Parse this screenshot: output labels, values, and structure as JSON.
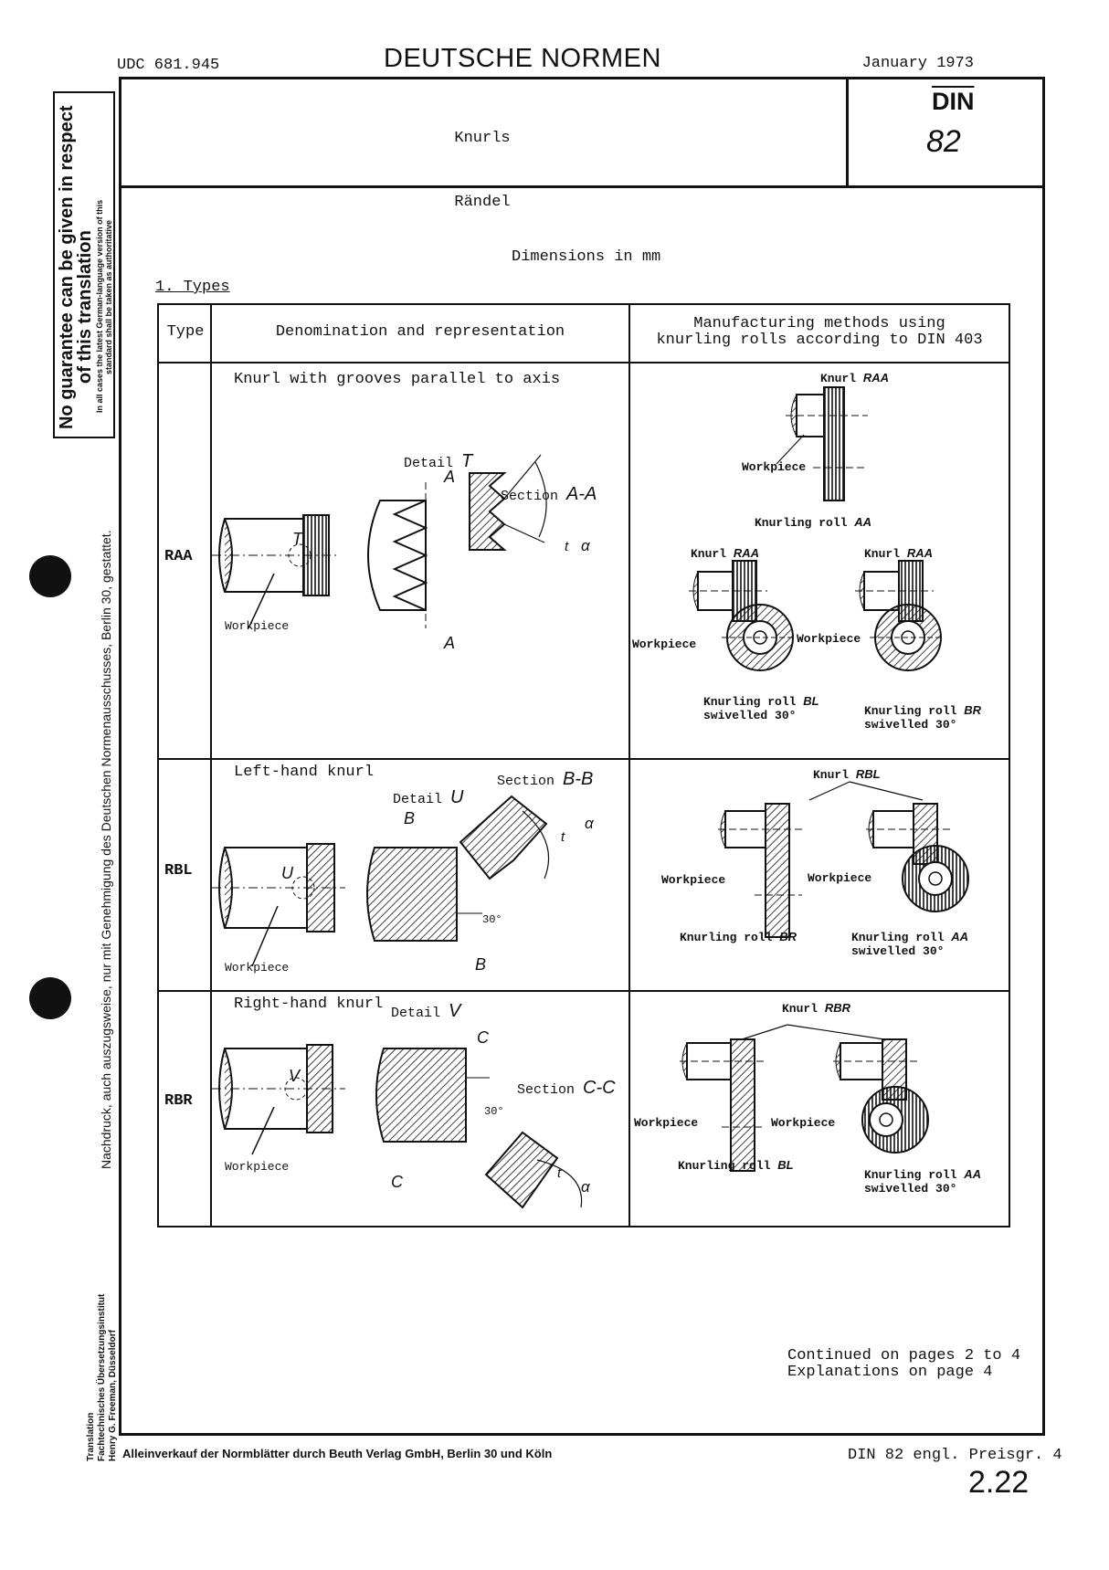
{
  "header": {
    "udc": "UDC 681.945",
    "title": "DEUTSCHE NORMEN",
    "date": "January 1973"
  },
  "title_block": {
    "subject_en": "Knurls",
    "subject_de": "Rändel",
    "standard_label": "DIN",
    "standard_number": "82"
  },
  "units_note": "Dimensions in mm",
  "section_heading": "1. Types",
  "table": {
    "headers": {
      "type": "Type",
      "denomination": "Denomination and representation",
      "manufacturing_line1": "Manufacturing methods using",
      "manufacturing_line2": "knurling rolls according to DIN 403"
    },
    "rows": [
      {
        "code": "RAA",
        "title": "Knurl with grooves parallel to axis",
        "detail_label": "Detail",
        "detail_letter": "T",
        "section_label": "Section",
        "section_letters": "A-A",
        "cut_letter": "A",
        "workpiece": "Workpiece",
        "alpha": "α",
        "pitch": "t",
        "methods": {
          "knurl_top": "Knurl",
          "knurl_code": "RAA",
          "workpiece": "Workpiece",
          "roll_top": "Knurling roll",
          "roll_top_code": "AA",
          "roll_left": "Knurling roll",
          "roll_left_code": "BL",
          "roll_right": "Knurling roll",
          "roll_right_code": "BR",
          "swivelled": "swivelled 30°"
        }
      },
      {
        "code": "RBL",
        "title": "Left-hand knurl",
        "detail_label": "Detail",
        "detail_letter": "U",
        "section_label": "Section",
        "section_letters": "B-B",
        "cut_letter": "B",
        "workpiece": "Workpiece",
        "angle": "30°",
        "alpha": "α",
        "pitch": "t",
        "methods": {
          "knurl_top": "Knurl",
          "knurl_code": "RBL",
          "workpiece": "Workpiece",
          "roll_left": "Knurling roll",
          "roll_left_code": "BR",
          "roll_right": "Knurling roll",
          "roll_right_code": "AA",
          "swivelled": "swivelled 30°"
        }
      },
      {
        "code": "RBR",
        "title": "Right-hand knurl",
        "detail_label": "Detail",
        "detail_letter": "V",
        "section_label": "Section",
        "section_letters": "C-C",
        "cut_letter": "C",
        "workpiece": "Workpiece",
        "angle": "30°",
        "alpha": "α",
        "pitch": "t",
        "methods": {
          "knurl_top": "Knurl",
          "knurl_code": "RBR",
          "workpiece": "Workpiece",
          "roll_left": "Knurling roll",
          "roll_left_code": "BL",
          "roll_right": "Knurling roll",
          "roll_right_code": "AA",
          "swivelled": "swivelled 30°"
        }
      }
    ]
  },
  "side_notes": {
    "guarantee_line1": "No guarantee can be given in respect",
    "guarantee_line2": "of this translation",
    "guarantee_line3": "In all cases the latest German-language version of this",
    "guarantee_line4": "standard shall be taken as authoritative",
    "reprint": "Nachdruck, auch auszugsweise, nur mit Genehmigung des Deutschen Normenausschusses, Berlin 30, gestattet.",
    "translation_line1": "Translation",
    "translation_line2": "Fachtechnisches Übersetzungsinstitut",
    "translation_line3": "Henry G. Freeman, Düsseldorf"
  },
  "footer": {
    "continued": "Continued on pages 2 to 4",
    "explanations": "Explanations on page 4",
    "sales_note": "Alleinverkauf der Normblätter durch Beuth Verlag GmbH, Berlin 30 und Köln",
    "reference": "DIN 82 engl. Preisgr. 4",
    "page_code": "2.22"
  }
}
